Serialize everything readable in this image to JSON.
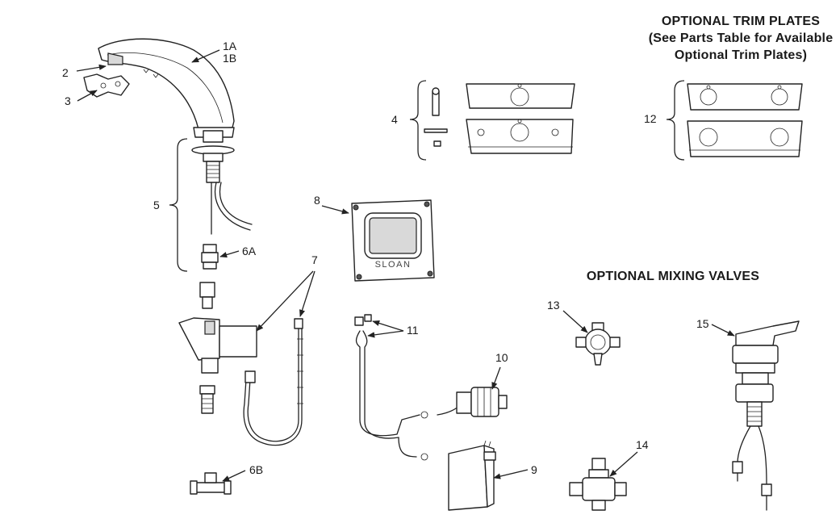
{
  "headings": {
    "trim_plates_line1": "OPTIONAL TRIM PLATES",
    "trim_plates_line2": "(See Parts Table for Available",
    "trim_plates_line3": "Optional Trim Plates)",
    "mixing_valves": "OPTIONAL MIXING VALVES"
  },
  "callouts": {
    "c1a": "1A",
    "c1b": "1B",
    "c2": "2",
    "c3": "3",
    "c4": "4",
    "c5": "5",
    "c6a": "6A",
    "c6b": "6B",
    "c7": "7",
    "c8": "8",
    "c9": "9",
    "c10": "10",
    "c11": "11",
    "c12": "12",
    "c13": "13",
    "c14": "14",
    "c15": "15"
  },
  "logo": "SLOAN",
  "colors": {
    "ink": "#222222",
    "shade": "#d9d9d9",
    "background": "#ffffff"
  }
}
